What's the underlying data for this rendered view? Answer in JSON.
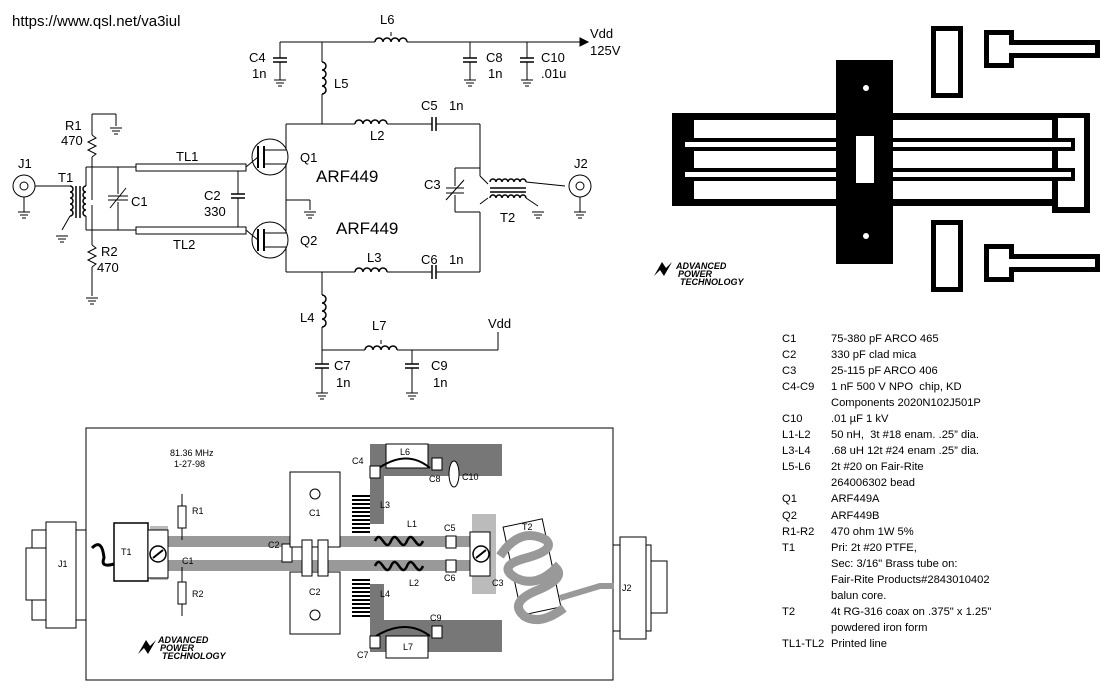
{
  "source_url": "https://www.qsl.net/va3iul",
  "schematic": {
    "labels": {
      "j1": "J1",
      "j2": "J2",
      "t1": "T1",
      "t2": "T2",
      "r1": "R1",
      "r1_value": "470",
      "r2": "R2",
      "r2_value": "470",
      "c1": "C1",
      "c2": "C2",
      "c2_value": "330",
      "c3": "C3",
      "c4": "C4",
      "c4_value": "1n",
      "c5": "C5",
      "c5_value": "1n",
      "c6": "C6",
      "c6_value": "1n",
      "c7": "C7",
      "c7_value": "1n",
      "c8": "C8",
      "c8_value": "1n",
      "c9": "C9",
      "c9_value": "1n",
      "c10": "C10",
      "c10_value": ".01u",
      "l2": "L2",
      "l3": "L3",
      "l4": "L4",
      "l5": "L5",
      "l6": "L6",
      "l7": "L7",
      "tl1": "TL1",
      "tl2": "TL2",
      "q1": "Q1",
      "q2": "Q2",
      "vdd_top": "Vdd",
      "vdd_top_value": "125V",
      "vdd_bottom": "Vdd",
      "q1_part": "ARF449",
      "q2_part": "ARF449"
    }
  },
  "pcb": {
    "frequency": "81.36 MHz",
    "date": "1-27-98",
    "labels": {
      "j1": "J1",
      "j2": "J2",
      "t1": "T1",
      "t2": "T2",
      "r1": "R1",
      "r2": "R2",
      "c1": "C1",
      "c2": "C2",
      "c3": "C3",
      "c4": "C4",
      "c5": "C5",
      "c6": "C6",
      "c7": "C7",
      "c8": "C8",
      "c9": "C9",
      "c10": "C10",
      "l1": "L1",
      "l2": "L2",
      "l3": "L3",
      "l4": "L4",
      "l6": "L6",
      "l7": "L7",
      "q1": "C1",
      "q2": "C2"
    }
  },
  "logo": {
    "line1": "ADVANCED",
    "line2": "POWER",
    "line3": "TECHNOLOGY"
  },
  "parts_list": [
    {
      "ref": "C1",
      "desc": "75-380 pF ARCO 465"
    },
    {
      "ref": "C2",
      "desc": "330 pF clad mica"
    },
    {
      "ref": "C3",
      "desc": "25-115 pF ARCO 406"
    },
    {
      "ref": "C4-C9",
      "desc": "1 nF 500 V NPO  chip, KD"
    },
    {
      "ref": "",
      "desc": "Components 2020N102J501P"
    },
    {
      "ref": "C10",
      "desc": ".01 µF 1 kV"
    },
    {
      "ref": "L1-L2",
      "desc": "50 nH,  3t #18 enam. .25” dia."
    },
    {
      "ref": "L3-L4",
      "desc": ".68 uH 12t #24 enam .25” dia."
    },
    {
      "ref": "L5-L6",
      "desc": "2t #20 on Fair-Rite"
    },
    {
      "ref": "",
      "desc": "264006302 bead"
    },
    {
      "ref": "Q1",
      "desc": "ARF449A"
    },
    {
      "ref": "Q2",
      "desc": "ARF449B"
    },
    {
      "ref": "R1-R2",
      "desc": "470 ohm 1W 5%"
    },
    {
      "ref": "T1",
      "desc": "Pri: 2t #20 PTFE,"
    },
    {
      "ref": "",
      "desc": "Sec: 3/16\" Brass tube on:"
    },
    {
      "ref": "",
      "desc": "Fair-Rite Products#2843010402"
    },
    {
      "ref": "",
      "desc": "balun core."
    },
    {
      "ref": "T2",
      "desc": "4t RG-316 coax on .375\" x 1.25\""
    },
    {
      "ref": "",
      "desc": "powdered iron form"
    },
    {
      "ref": "TL1-TL2",
      "desc": "Printed line"
    }
  ]
}
